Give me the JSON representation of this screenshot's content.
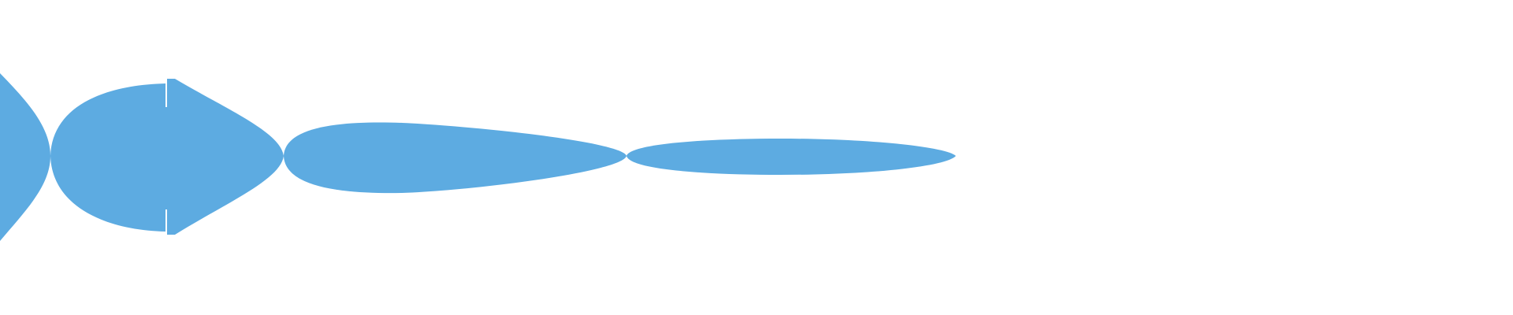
{
  "diagram": {
    "fill_color": "#5DABE1",
    "background_color": "#FFFFFF",
    "shapes": [
      {
        "name": "left-partial-bulb"
      },
      {
        "name": "split-oval-bulb"
      },
      {
        "name": "arrowhead-taper"
      },
      {
        "name": "teardrop-lobe"
      },
      {
        "name": "thin-ellipse-tail"
      }
    ]
  }
}
